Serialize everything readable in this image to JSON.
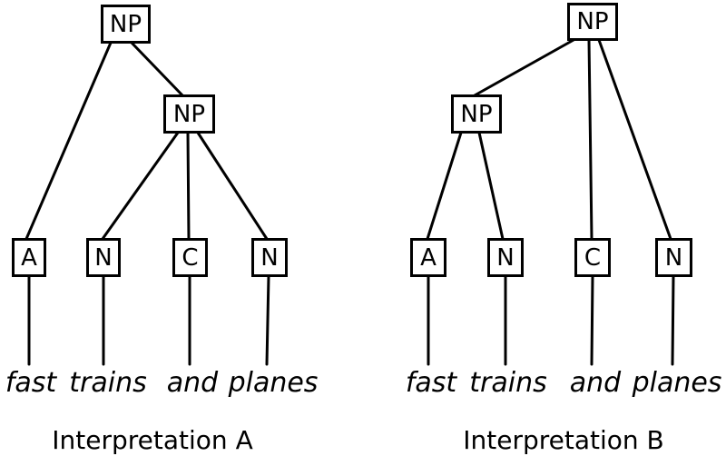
{
  "figure": {
    "background_color": "#ffffff",
    "line_color": "#000000",
    "phrase": "fast trains and planes",
    "trees": [
      {
        "id": "A",
        "caption": "Interpretation A",
        "root_label": "NP",
        "inner_label": "NP",
        "leaves": [
          {
            "label": "A",
            "word": "fast"
          },
          {
            "label": "N",
            "word": "trains"
          },
          {
            "label": "C",
            "word": "and"
          },
          {
            "label": "N",
            "word": "planes"
          }
        ],
        "edges": [
          "root-NP -> A(fast)",
          "root-NP -> inner-NP",
          "inner-NP -> N(trains)",
          "inner-NP -> C(and)",
          "inner-NP -> N(planes)"
        ]
      },
      {
        "id": "B",
        "caption": "Interpretation B",
        "root_label": "NP",
        "inner_label": "NP",
        "leaves": [
          {
            "label": "A",
            "word": "fast"
          },
          {
            "label": "N",
            "word": "trains"
          },
          {
            "label": "C",
            "word": "and"
          },
          {
            "label": "N",
            "word": "planes"
          }
        ],
        "edges": [
          "root-NP -> inner-NP",
          "root-NP -> C(and)",
          "root-NP -> N(planes)",
          "inner-NP -> A(fast)",
          "inner-NP -> N(trains)"
        ]
      }
    ]
  }
}
